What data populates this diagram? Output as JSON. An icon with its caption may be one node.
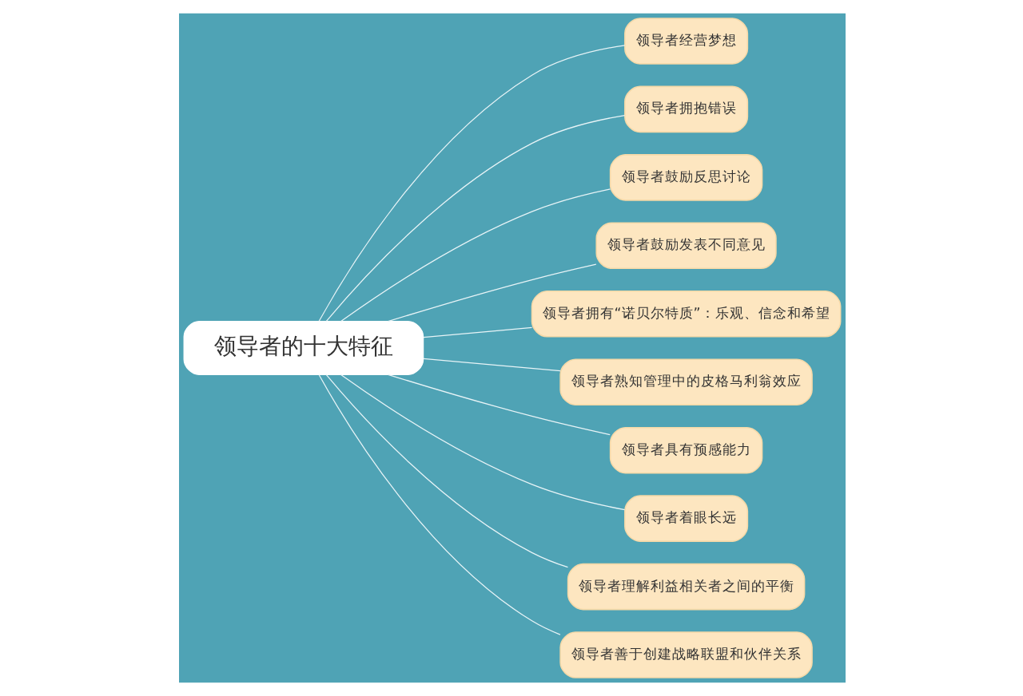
{
  "diagram": {
    "nodes": [
      {
        "text": [
          "领导者的十大特征"
        ]
      },
      {
        "text": [
          "领导者经营梦想"
        ]
      },
      {
        "text": [
          "领导者拥抱错误"
        ]
      },
      {
        "text": [
          "领导者鼓励反思讨论"
        ]
      },
      {
        "text": [
          "领导者鼓励发表不同意见"
        ]
      },
      {
        "text": [
          "领导者拥有“诺贝尔特质”：乐观、信念和希望"
        ]
      },
      {
        "text": [
          "领导者熟知管理中的皮格马利翁效应"
        ]
      },
      {
        "text": [
          "领导者具有预感能力"
        ]
      },
      {
        "text": [
          "领导者着眼长远"
        ]
      },
      {
        "text": [
          "领导者理解利益相关者之间的平衡"
        ]
      },
      {
        "text": [
          "领导者善于创建战略联盟和伙伴关系"
        ]
      }
    ],
    "edges": [
      {
        "from": 0,
        "to": 1,
        "arrow": "none"
      },
      {
        "from": 0,
        "to": 2,
        "arrow": "none"
      },
      {
        "from": 0,
        "to": 3,
        "arrow": "none"
      },
      {
        "from": 0,
        "to": 4,
        "arrow": "none"
      },
      {
        "from": 0,
        "to": 5,
        "arrow": "none"
      },
      {
        "from": 0,
        "to": 6,
        "arrow": "none"
      },
      {
        "from": 0,
        "to": 7,
        "arrow": "none"
      },
      {
        "from": 0,
        "to": 8,
        "arrow": "none"
      },
      {
        "from": 0,
        "to": 9,
        "arrow": "none"
      },
      {
        "from": 0,
        "to": 10,
        "arrow": "none"
      }
    ]
  }
}
